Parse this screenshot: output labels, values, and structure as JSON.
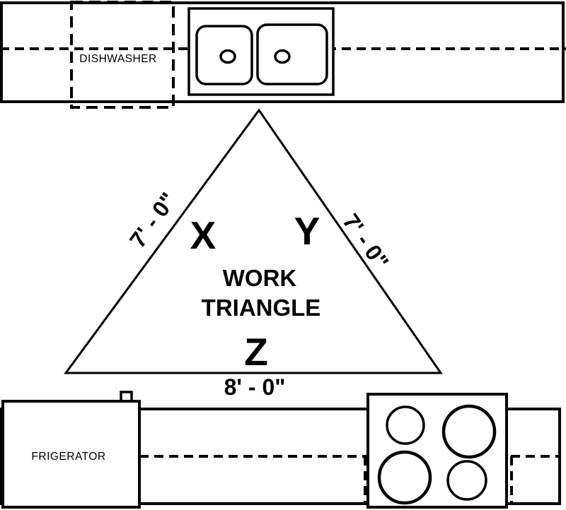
{
  "diagram_title": {
    "line1": "WORK",
    "line2": "TRIANGLE"
  },
  "vertices": {
    "x": "X",
    "y": "Y",
    "z": "Z"
  },
  "measurements": {
    "left_side": "7' - 0\"",
    "right_side": "7' - 0\"",
    "bottom_side": "8' - 0\""
  },
  "appliances": {
    "dishwasher": "DISHWASHER",
    "refrigerator": "FRIGERATOR"
  },
  "colors": {
    "line": "#000000",
    "background": "#ffffff"
  }
}
